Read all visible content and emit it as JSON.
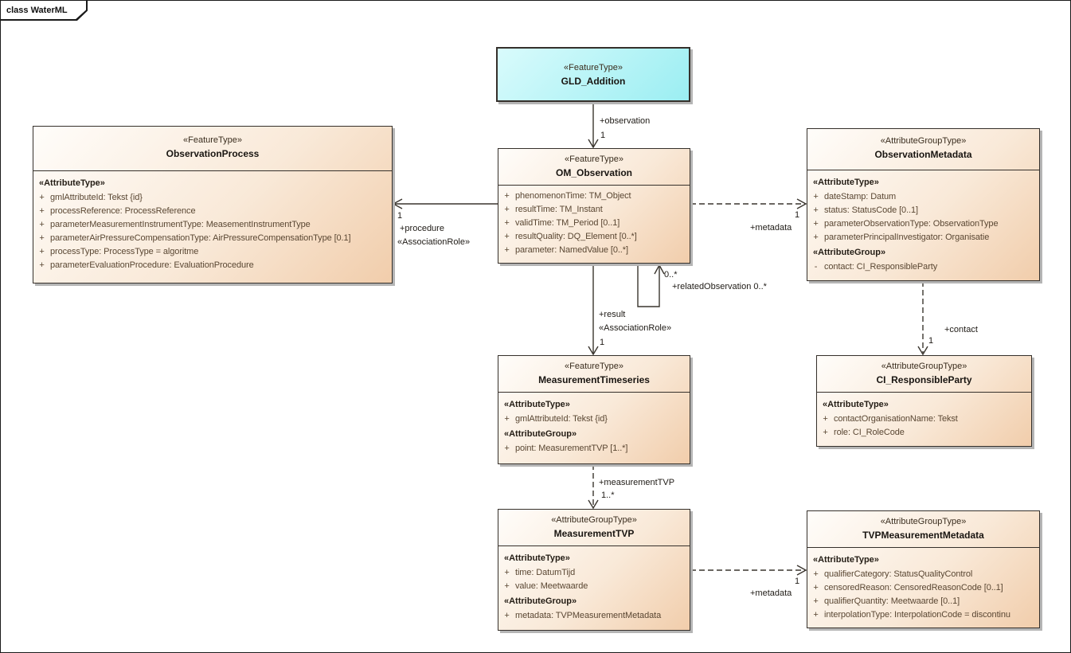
{
  "frame": {
    "label": "class WaterML"
  },
  "classes": {
    "gld": {
      "stereotype": "«FeatureType»",
      "name": "GLD_Addition"
    },
    "op": {
      "stereotype": "«FeatureType»",
      "name": "ObservationProcess",
      "sect1": "«AttributeType»",
      "attrs1": [
        {
          "vis": "+",
          "text": "gmlAttributeId: Tekst {id}"
        },
        {
          "vis": "+",
          "text": "processReference: ProcessReference"
        },
        {
          "vis": "+",
          "text": "parameterMeasurementInstrumentType: MeasementInstrumentType"
        },
        {
          "vis": "+",
          "text": "parameterAirPressureCompensationType: AirPressureCompensationType [0.1]"
        },
        {
          "vis": "+",
          "text": "processType: ProcessType = algoritme"
        },
        {
          "vis": "+",
          "text": "parameterEvaluationProcedure: EvaluationProcedure"
        }
      ]
    },
    "om": {
      "stereotype": "«FeatureType»",
      "name": "OM_Observation",
      "attrs1": [
        {
          "vis": "+",
          "text": "phenomenonTime: TM_Object"
        },
        {
          "vis": "+",
          "text": "resultTime: TM_Instant"
        },
        {
          "vis": "+",
          "text": "validTime: TM_Period [0..1]"
        },
        {
          "vis": "+",
          "text": "resultQuality: DQ_Element [0..*]"
        },
        {
          "vis": "+",
          "text": "parameter: NamedValue [0..*]"
        }
      ]
    },
    "ometa": {
      "stereotype": "«AttributeGroupType»",
      "name": "ObservationMetadata",
      "sect1": "«AttributeType»",
      "attrs1": [
        {
          "vis": "+",
          "text": "dateStamp: Datum"
        },
        {
          "vis": "+",
          "text": "status: StatusCode [0..1]"
        },
        {
          "vis": "+",
          "text": "parameterObservationType: ObservationType"
        },
        {
          "vis": "+",
          "text": "parameterPrincipalInvestigator: Organisatie"
        }
      ],
      "sect2": "«AttributeGroup»",
      "attrs2": [
        {
          "vis": "-",
          "text": "contact: CI_ResponsibleParty"
        }
      ]
    },
    "mts": {
      "stereotype": "«FeatureType»",
      "name": "MeasurementTimeseries",
      "sect1": "«AttributeType»",
      "attrs1": [
        {
          "vis": "+",
          "text": "gmlAttributeId: Tekst {id}"
        }
      ],
      "sect2": "«AttributeGroup»",
      "attrs2": [
        {
          "vis": "+",
          "text": "point: MeasurementTVP [1..*]"
        }
      ]
    },
    "cirp": {
      "stereotype": "«AttributeGroupType»",
      "name": "CI_ResponsibleParty",
      "sect1": "«AttributeType»",
      "attrs1": [
        {
          "vis": "+",
          "text": "contactOrganisationName: Tekst"
        },
        {
          "vis": "+",
          "text": "role: CI_RoleCode"
        }
      ]
    },
    "mtvp": {
      "stereotype": "«AttributeGroupType»",
      "name": "MeasurementTVP",
      "sect1": "«AttributeType»",
      "attrs1": [
        {
          "vis": "+",
          "text": "time: DatumTijd"
        },
        {
          "vis": "+",
          "text": "value: Meetwaarde"
        }
      ],
      "sect2": "«AttributeGroup»",
      "attrs2": [
        {
          "vis": "+",
          "text": "metadata: TVPMeasurementMetadata"
        }
      ]
    },
    "tvpmm": {
      "stereotype": "«AttributeGroupType»",
      "name": "TVPMeasurementMetadata",
      "sect1": "«AttributeType»",
      "attrs1": [
        {
          "vis": "+",
          "text": "qualifierCategory: StatusQualityControl"
        },
        {
          "vis": "+",
          "text": "censoredReason: CensoredReasonCode [0..1]"
        },
        {
          "vis": "+",
          "text": "qualifierQuantity: Meetwaarde [0..1]"
        },
        {
          "vis": "+",
          "text": "interpolationType: InterpolationCode = discontinu"
        }
      ]
    }
  },
  "connectors": {
    "observation": {
      "role": "+observation",
      "mult": "1"
    },
    "procedure": {
      "mult": "1",
      "role": "+procedure",
      "stereotype": "«AssociationRole»"
    },
    "metadata_top": {
      "mult": "1",
      "role": "+metadata"
    },
    "related_observation": {
      "mult": "0..*",
      "role": "+relatedObservation 0..*"
    },
    "result": {
      "role": "+result",
      "stereotype": "«AssociationRole»",
      "mult": "1"
    },
    "contact": {
      "role": "+contact",
      "mult": "1"
    },
    "measurement_tvp": {
      "role": "+measurementTVP",
      "mult": "1..*"
    },
    "metadata_bottom": {
      "mult": "1",
      "role": "+metadata"
    }
  },
  "colors": {
    "box-border": "#35302b",
    "box-fill-light": "#fffdfa",
    "box-fill-dark": "#f1cdab",
    "cyan-fill-light": "#d9fbfc",
    "cyan-fill-dark": "#9beef2",
    "shadow": "#b5b5b5",
    "line": "#3a352e",
    "attr-text": "#5a4733",
    "name-text": "#191511",
    "label-text": "#1f1b16"
  }
}
